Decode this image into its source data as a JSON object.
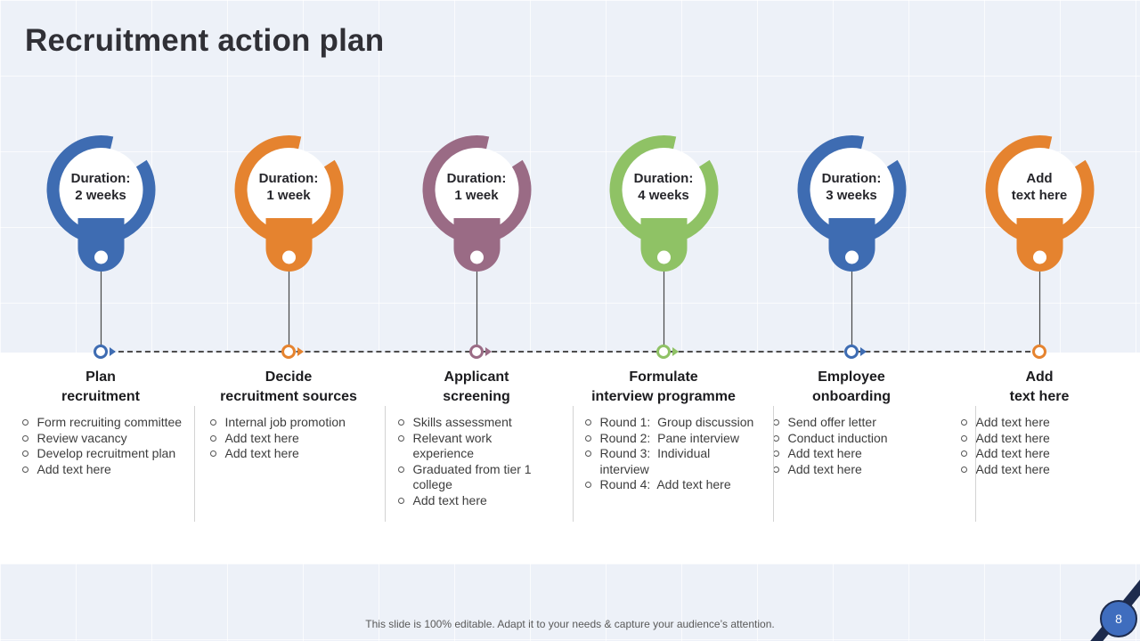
{
  "slide": {
    "title": "Recruitment action plan",
    "footer_note": "This slide is 100% editable. Adapt it to your needs & capture your audience’s attention.",
    "page_number": "8"
  },
  "palette": {
    "blue": "#3e6cb2",
    "orange": "#e5832f",
    "mauve": "#9a6b85",
    "green": "#8fc265",
    "navy": "#1d2b4d",
    "page_badge_fill": "#3f6dbe",
    "background_band": "#edf1f8"
  },
  "columns": [
    {
      "id": "plan-recruitment",
      "accent": "#3e6cb2",
      "duration": {
        "line1": "Duration:",
        "line2": "2 weeks"
      },
      "heading": {
        "line1": "Plan",
        "line2": "recruitment"
      },
      "bullets": [
        "Form recruiting committee",
        "Review vacancy",
        "Develop recruitment plan",
        "Add text here"
      ]
    },
    {
      "id": "decide-recruitment-sources",
      "accent": "#e5832f",
      "duration": {
        "line1": "Duration:",
        "line2": "1 week"
      },
      "heading": {
        "line1": "Decide",
        "line2": "recruitment sources"
      },
      "bullets": [
        "Internal job promotion",
        "Add text here",
        "Add text here"
      ]
    },
    {
      "id": "applicant-screening",
      "accent": "#9a6b85",
      "duration": {
        "line1": "Duration:",
        "line2": "1 week"
      },
      "heading": {
        "line1": "Applicant",
        "line2": "screening"
      },
      "bullets": [
        "Skills assessment",
        "Relevant work experience",
        "Graduated from tier 1 college",
        "Add text here"
      ]
    },
    {
      "id": "formulate-interview-programme",
      "accent": "#8fc265",
      "duration": {
        "line1": "Duration:",
        "line2": "4 weeks"
      },
      "heading": {
        "line1": "Formulate",
        "line2": "interview programme"
      },
      "bullets": [
        "Round 1:  Group discussion",
        "Round 2:  Pane interview",
        "Round 3:  Individual interview",
        "Round 4:  Add text here"
      ]
    },
    {
      "id": "employee-onboarding",
      "accent": "#3e6cb2",
      "duration": {
        "line1": "Duration:",
        "line2": "3 weeks"
      },
      "heading": {
        "line1": "Employee",
        "line2": "onboarding"
      },
      "bullets": [
        "Send offer letter",
        "Conduct induction",
        "Add text here",
        "Add text here"
      ]
    },
    {
      "id": "add-text-here",
      "accent": "#e5832f",
      "duration": {
        "line1": "Add",
        "line2": "text here"
      },
      "heading": {
        "line1": "Add",
        "line2": "text here"
      },
      "bullets": [
        "Add text here",
        "Add text here",
        "Add text here",
        "Add text here"
      ]
    }
  ]
}
